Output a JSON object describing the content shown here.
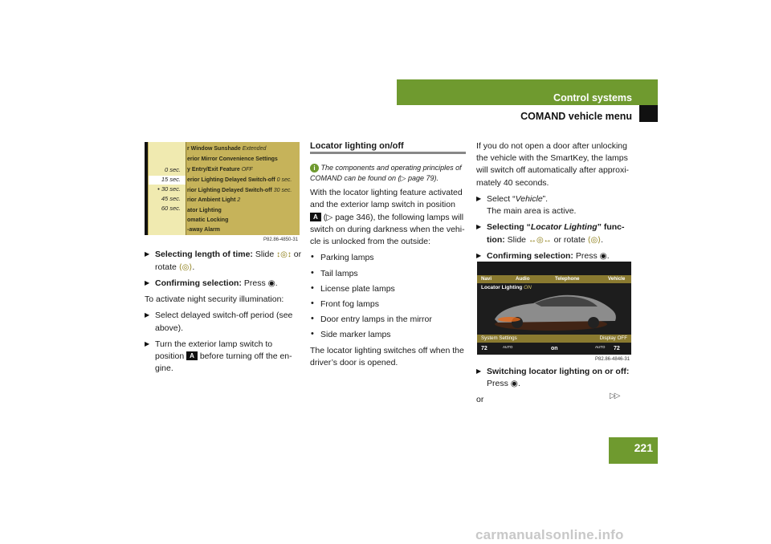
{
  "header": {
    "section": "Control systems",
    "subsection": "COMAND vehicle menu"
  },
  "page_number": "221",
  "figure1": {
    "code": "P82.86-4850-31",
    "options": [
      "0 sec.",
      "15 sec.",
      "• 30 sec.",
      "45 sec.",
      "60 sec."
    ],
    "menu": [
      {
        "label": "r Window Sunshade",
        "value": "Extended"
      },
      {
        "label": "erior Mirror Convenience Settings",
        "value": ""
      },
      {
        "label": "y Entry/Exit Feature",
        "value": "OFF"
      },
      {
        "label": "erior Lighting Delayed Switch-off",
        "value": "0 sec."
      },
      {
        "label": "rior Lighting Delayed Switch-off",
        "value": "30 sec."
      },
      {
        "label": "rior Ambient Light",
        "value": "2"
      },
      {
        "label": "ator Lighting",
        "value": ""
      },
      {
        "label": "omatic Locking",
        "value": ""
      },
      {
        "label": "-away Alarm",
        "value": ""
      }
    ]
  },
  "col1": {
    "step1_bold": "Selecting length of time:",
    "step1_a": "Slide",
    "step1_b": "or rotate",
    "step2_bold": "Confirming selection:",
    "step2_a": "Press",
    "intro": "To activate night security illumination:",
    "step3": "Select delayed switch-off period (see above).",
    "step4_a": "Turn the exterior lamp switch to position",
    "step4_b": "before turning off the en-gine.",
    "key_a": "A"
  },
  "col2": {
    "heading": "Locator lighting on/off",
    "info": "The components and operating principles of COMAND can be found on (▷ page 79).",
    "para1_a": "With the locator lighting feature activated and the exterior lamp switch in position",
    "para1_b": "(▷ page 346), the following lamps will switch on during darkness when the vehi-cle is unlocked from the outside:",
    "lamps": [
      "Parking lamps",
      "Tail lamps",
      "License plate lamps",
      "Front fog lamps",
      "Door entry lamps in the mirror",
      "Side marker lamps"
    ],
    "para2": "The locator lighting switches off when the driver’s door is opened."
  },
  "col3": {
    "para1": "If you do not open a door after unlocking the vehicle with the SmartKey, the lamps will switch off automatically after approxi-mately 40 seconds.",
    "step1_a": "Select “",
    "step1_it": "Vehicle",
    "step1_b": "”.",
    "step1_note": "The main area is active.",
    "step2_bold_a": "Selecting “",
    "step2_it": "Locator Lighting",
    "step2_bold_b": "” func-tion:",
    "step2_a": "Slide",
    "step2_b": "or rotate",
    "step3_bold": "Confirming selection:",
    "step3_a": "Press",
    "step4_bold": "Switching locator lighting on or off:",
    "step4_a": "Press",
    "or": "or",
    "continue": "▷▷"
  },
  "screen": {
    "code": "P82.86-4846-31",
    "tabs": [
      "Navi",
      "Audio",
      "Telephone",
      "Vehicle"
    ],
    "sub_label": "Locator Lighting",
    "sub_value": "ON",
    "bar1_left": "System Settings",
    "bar1_right": "Display OFF",
    "bar2": [
      "72",
      "AUTO",
      "on",
      "AUTO",
      "72"
    ]
  },
  "watermark": "carmanualsonline.info"
}
